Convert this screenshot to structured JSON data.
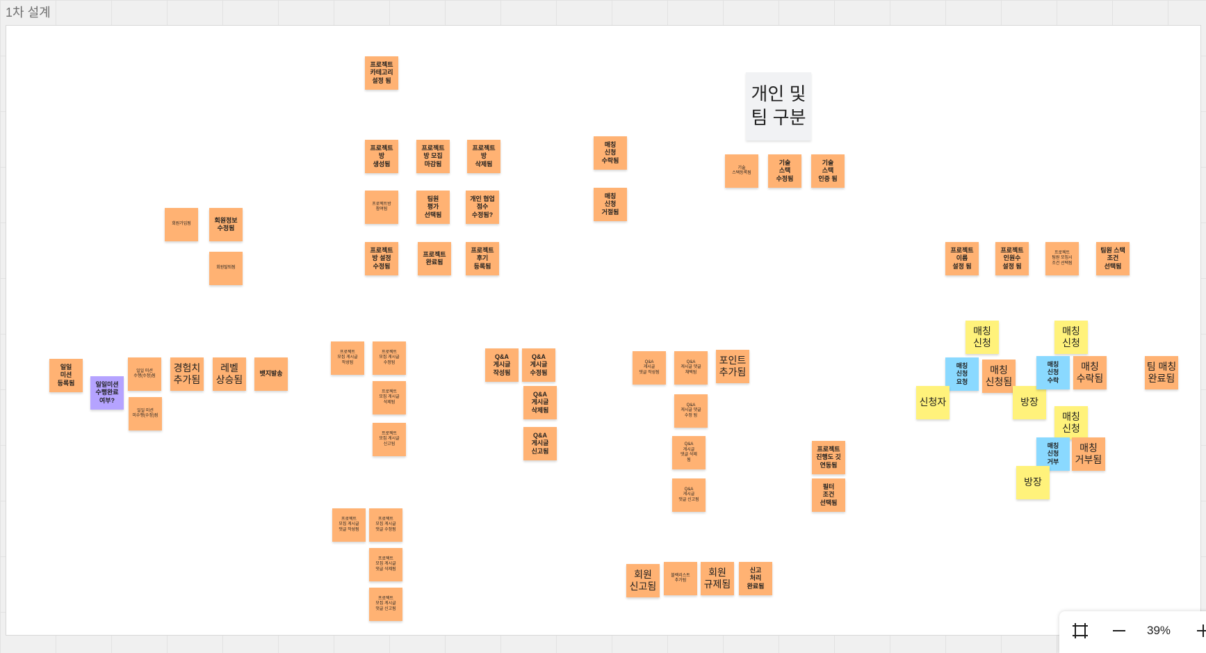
{
  "frame": {
    "title": "1차 설계"
  },
  "headline": "개인 및\n팀 구분",
  "notes": {
    "project_category": "프로젝트\n카테고리\n설정 됨",
    "project_room_created": "프로젝트\n방\n생성됨",
    "project_room_recruit_closed": "프로젝트\n방 모집\n마감됨",
    "project_room_deleted": "프로젝트\n방\n삭제됨",
    "project_room_joined": "프로젝트방\n참여됨",
    "member_eval_selected": "팀원\n평가\n선택됨",
    "personal_collab_score": "개인 협업\n점수\n수정됨?",
    "project_room_settings": "프로젝트\n방 설정\n수정됨",
    "project_completed": "프로젝트\n완료됨",
    "project_review": "프로젝트\n후기\n등록됨",
    "match_accepted": "매칭\n신청\n수락됨",
    "match_rejected": "매칭\n신청\n거절됨",
    "tech_stack_registered": "기술\n스택등록됨",
    "tech_stack_modified": "기술\n스택\n수정됨",
    "tech_stack_certified": "기술\n스택\n인증 됨",
    "member_joined": "회원가입됨",
    "member_info_modified": "회원정보\n수정됨",
    "member_withdrawn": "회원탈퇴됨",
    "project_name_set": "프로젝트\n이름\n설정 됨",
    "project_headcount_set": "프로젝트\n인원수\n설정 됨",
    "team_leader_condition": "프로젝트\n팀원 모집시\n조건 선택됨",
    "team_stack_condition": "팀원 스택\n조건\n선택됨",
    "daily_mission_registered": "일일\n미션\n등록됨",
    "daily_mission_done": "일일미션\n수행완료\n여부?",
    "mission_performed": "일일 미션\n수행(수정)됨",
    "mission_not_performed": "일일 미션\n미수행(수정)됨",
    "exp_added": "경험치\n추가됨",
    "level_up": "레벨\n상승됨",
    "badge_issued": "뱃지발송",
    "recruit_post_written": "프로젝트\n모집 게시글\n작성됨",
    "recruit_post_modified": "프로젝트\n모집 게시글\n수정됨",
    "recruit_post_deleted": "프로젝트\n모집 게시글\n삭제됨",
    "recruit_post_reported": "프로젝트\n모집 게시글\n신고됨",
    "qa_post_written": "Q&A\n게시글\n작성됨",
    "qa_post_modified": "Q&A\n게시글\n수정됨",
    "qa_post_deleted": "Q&A\n게시글\n삭제됨",
    "qa_post_reported": "Q&A\n게시글\n신고됨",
    "qa_comment_written": "Q&A\n게시글\n댓글 작성됨",
    "qa_comment_adopted": "Q&A\n게시글 댓글\n채택됨",
    "qa_comment_modified": "Q&A\n게시글 댓글\n수정 됨",
    "qa_comment_deleted": "Q&A\n게시글\n댓글 삭제\n됨",
    "qa_comment_reported": "Q&A\n게시글\n댓글 신고됨",
    "point_added": "포인트\n추가됨",
    "project_progress": "프로젝트\n진행도 깃\n연동됨",
    "filter_selected": "필터\n조건\n선택됨",
    "recruit_comment_written": "프로젝트\n모집 게시글\n댓글 작성됨",
    "recruit_comment_modified": "프로젝트\n모집 게시글\n댓글 수정됨",
    "recruit_comment_deleted": "프로젝트\n모집 게시글\n댓글 삭제됨",
    "recruit_comment_reported": "프로젝트\n모집 게시글\n댓글 신고됨",
    "member_reported": "회원\n신고됨",
    "blacklist_added": "블랙리스트\n추가됨",
    "member_sanctioned": "회원\n규제됨",
    "report_processed": "신고\n처리\n완료됨",
    "match_request_a": "매칭\n신청",
    "match_request_b": "매칭\n신청",
    "match_request_c": "매칭\n신청",
    "match_request_requested": "매칭\n신청\n요청",
    "match_requested_done": "매칭\n신청됨",
    "applicant": "신청자",
    "host_a": "방장",
    "match_request_accept": "매칭\n신청\n수락",
    "match_accepted_done": "매칭\n수락됨",
    "team_match_done": "팀 매칭\n완료됨",
    "match_request_reject": "매칭\n신청\n거부",
    "match_rejected_done": "매칭\n거부됨",
    "host_b": "방장"
  },
  "zoombar": {
    "zoom": "39%",
    "fit_icon": "fit-frame-icon",
    "minus_icon": "minus-icon",
    "plus_icon": "plus-icon"
  }
}
